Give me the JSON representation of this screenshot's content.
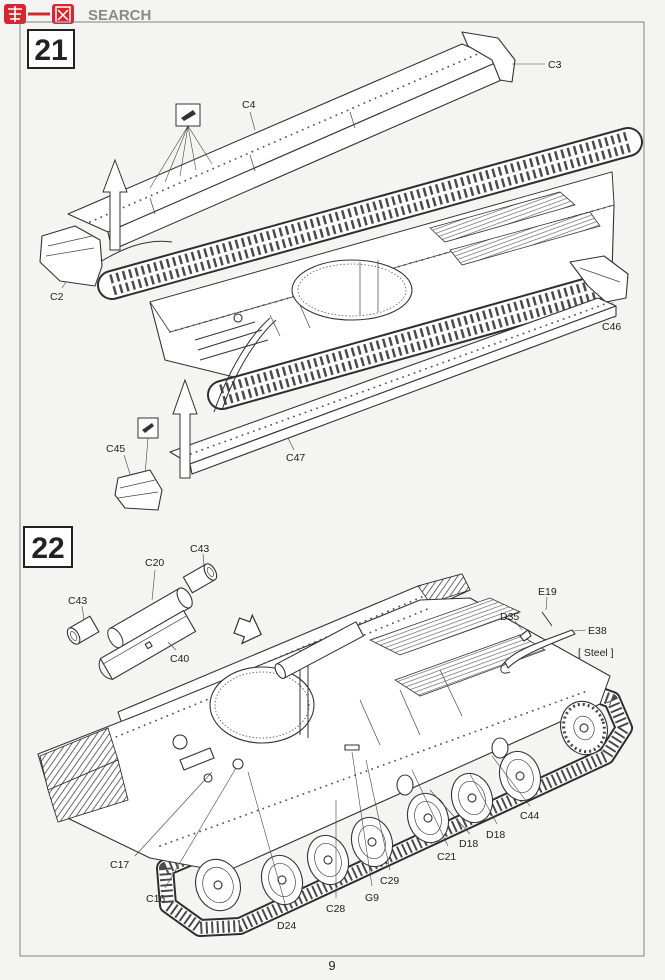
{
  "watermark": {
    "brand_text": "SEARCH",
    "logo_color": "#d7262e"
  },
  "step21": {
    "number": "21",
    "labels": {
      "c3": "C3",
      "c4": "C4",
      "c2": "C2",
      "c46": "C46",
      "c45": "C45",
      "c47": "C47"
    },
    "icons": [
      "glue-icon",
      "glue-icon",
      "direction-arrow-icon",
      "direction-arrow-icon"
    ]
  },
  "step22": {
    "number": "22",
    "labels": {
      "c43_top": "C43",
      "c20": "C20",
      "c43_left": "C43",
      "c40": "C40",
      "e19": "E19",
      "d35": "D35",
      "e38": "E38",
      "material_note": "[ Steel ]",
      "c44": "C44",
      "d18_upper": "D18",
      "d18_lower": "D18",
      "c21": "C21",
      "c17": "C17",
      "c29": "C29",
      "c16": "C16",
      "g9": "G9",
      "c28": "C28",
      "d24": "D24"
    },
    "icons": [
      "assembly-arrow-icon"
    ]
  },
  "page_number": "9",
  "colors": {
    "line": "#333333",
    "paper": "#f4f4f2"
  }
}
